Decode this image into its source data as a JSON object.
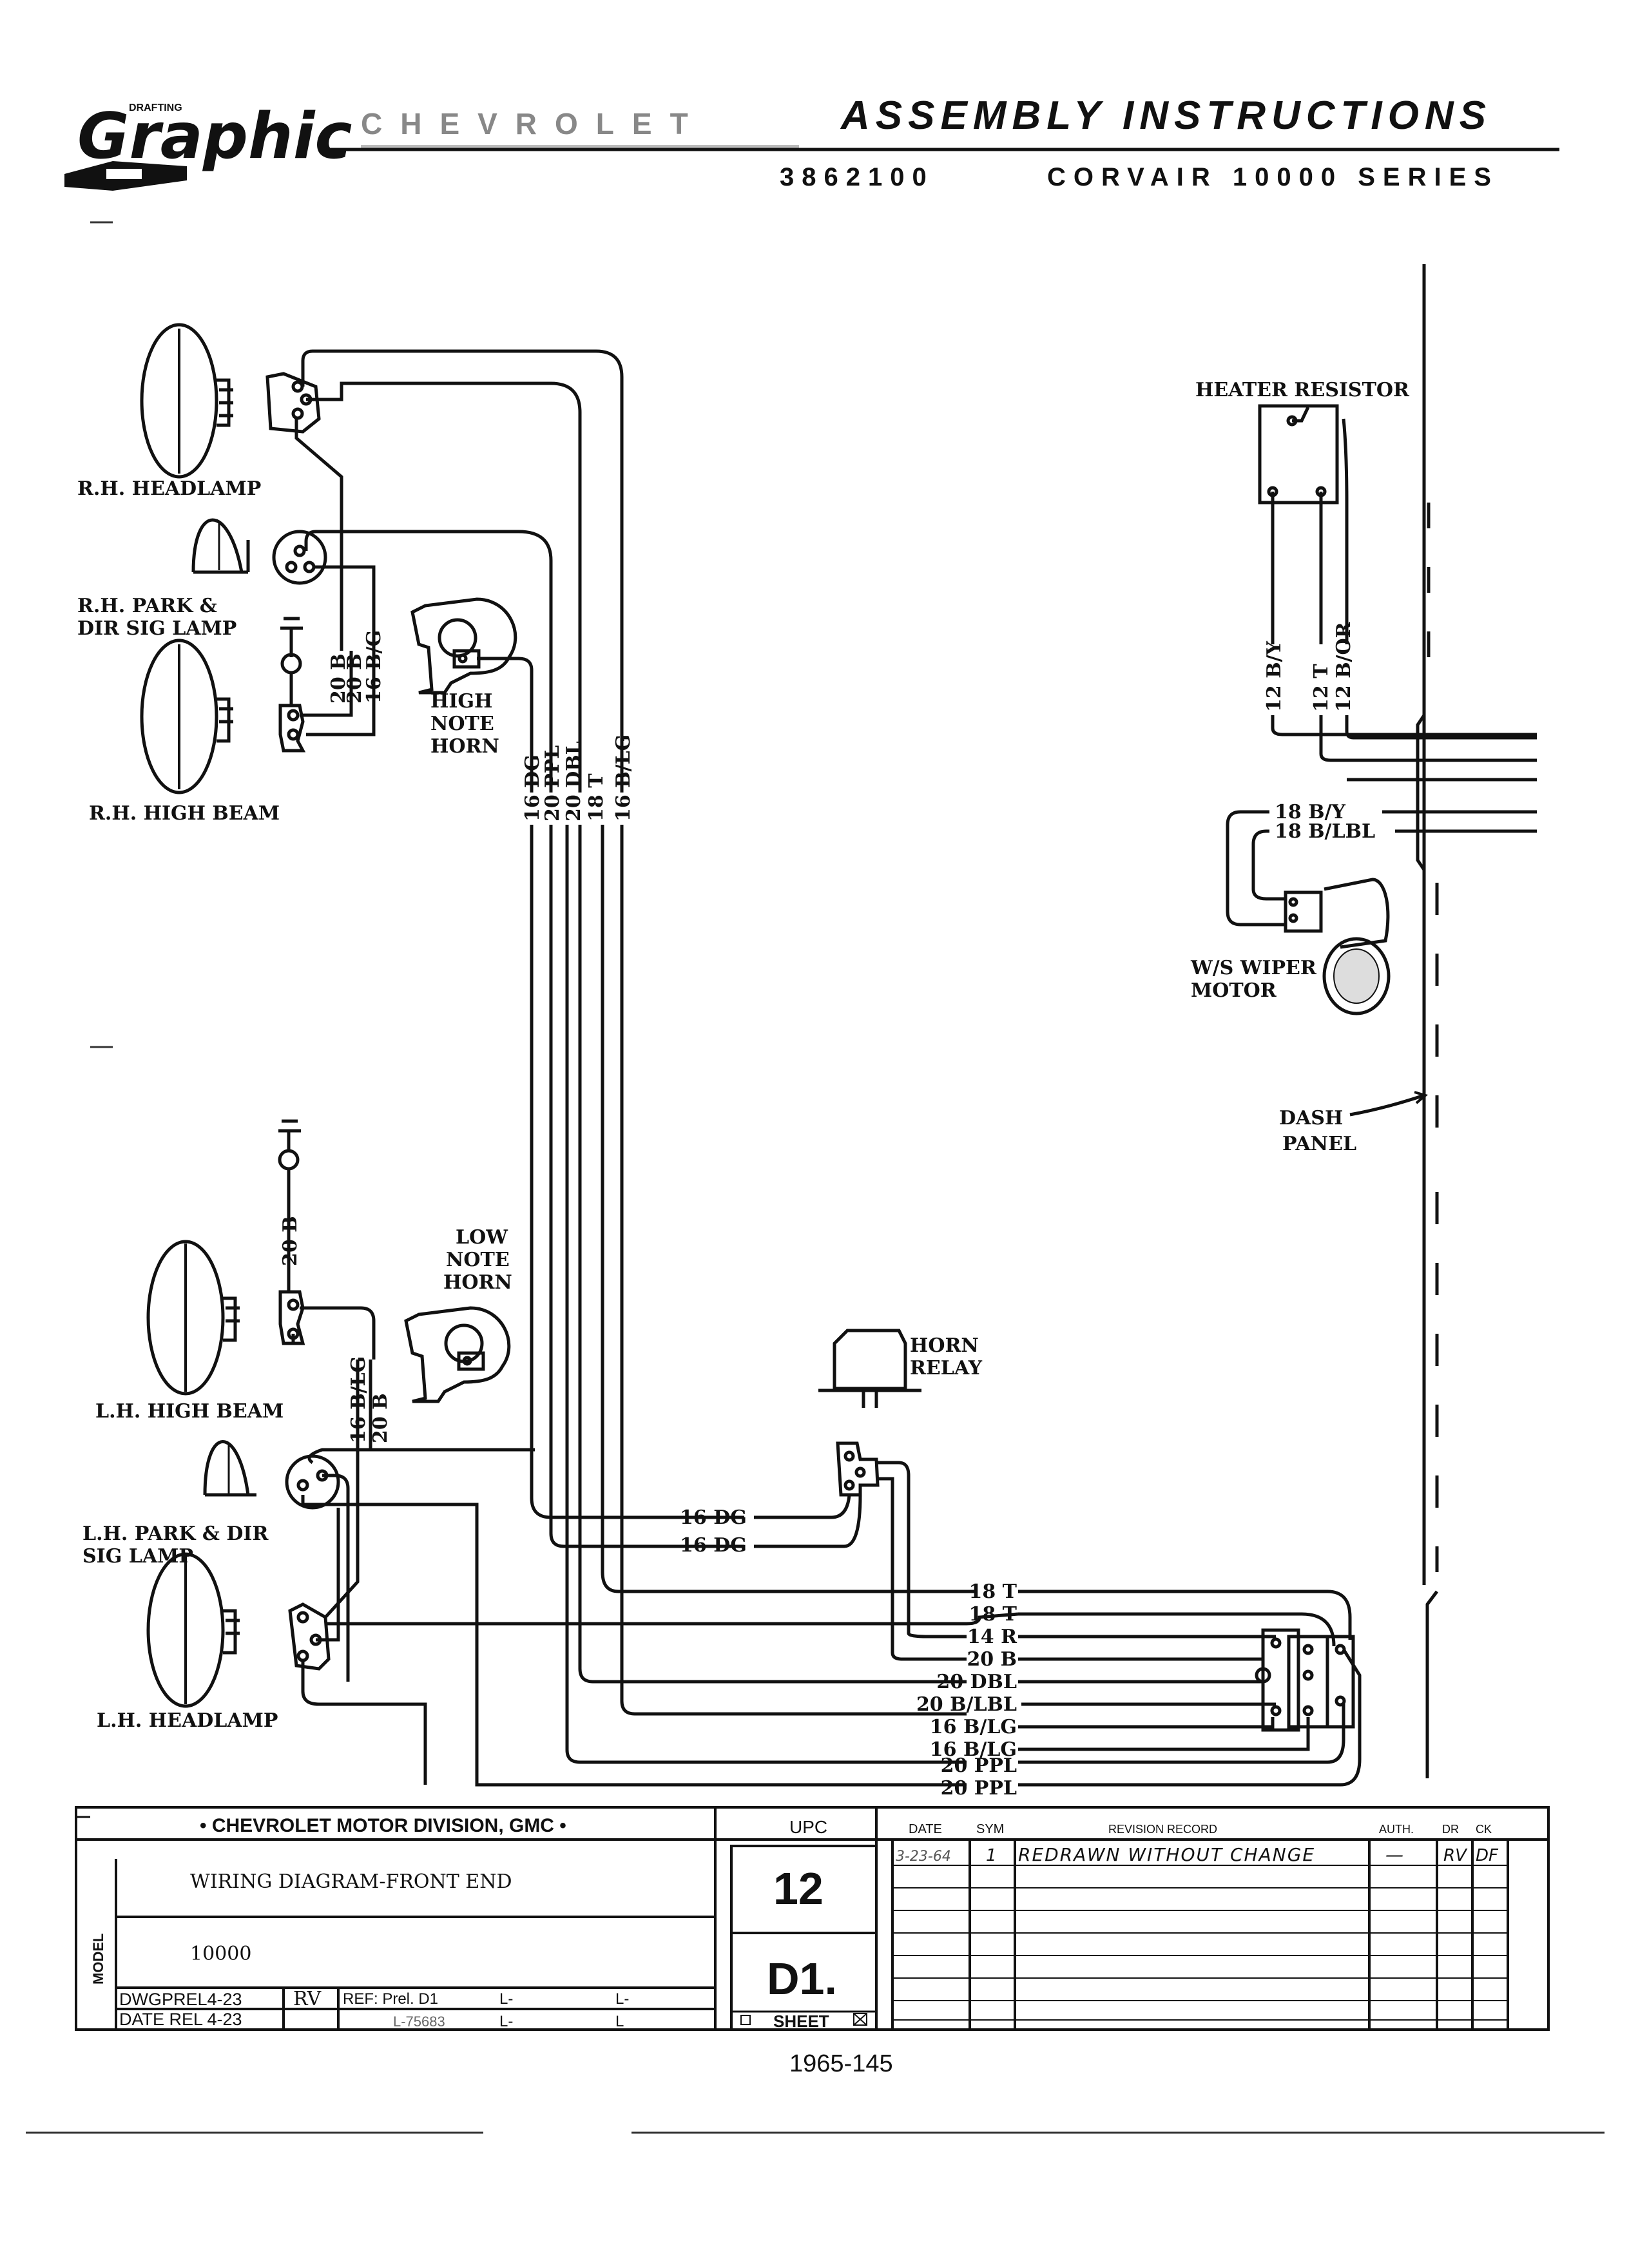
{
  "header": {
    "logo_small": "DRAFTING",
    "logo_script": "Graphic",
    "brand_faded": "CHEVROLET",
    "title": "ASSEMBLY INSTRUCTIONS",
    "part_number": "3862100",
    "series": "CORVAIR 10000 SERIES"
  },
  "components": {
    "rh_headlamp": "R.H. HEADLAMP",
    "rh_park_1": "R.H. PARK &",
    "rh_park_2": "DIR SIG LAMP",
    "rh_high_beam": "R.H. HIGH BEAM",
    "high_horn_1": "HIGH",
    "high_horn_2": "NOTE",
    "high_horn_3": "HORN",
    "heater_resistor": "HEATER RESISTOR",
    "wiper_1": "W/S WIPER",
    "wiper_2": "MOTOR",
    "dash_1": "DASH",
    "dash_2": "PANEL",
    "low_horn_1": "LOW",
    "low_horn_2": "NOTE",
    "low_horn_3": "HORN",
    "lh_high_beam": "L.H. HIGH BEAM",
    "lh_park_1": "L.H. PARK & DIR",
    "lh_park_2": "SIG LAMP",
    "lh_headlamp": "L.H. HEADLAMP",
    "horn_relay_1": "HORN",
    "horn_relay_2": "RELAY"
  },
  "wires": {
    "rh_20b_a": "20 B",
    "rh_20b_b": "20 B",
    "rh_16bg": "16 B/G",
    "bundle_16dg": "16 DG",
    "bundle_20ppl": "20 PPL",
    "bundle_20dbl": "20 DBL",
    "bundle_18t": "18 T",
    "bundle_16blg": "16 B/LG",
    "heater_12by": "12 B/Y",
    "heater_12t": "12 T",
    "heater_12bor": "12 B/OR",
    "wiper_18by": "18 B/Y",
    "wiper_18blbl": "18 B/LBL",
    "lh_20b_top": "20 B",
    "lh_16blg": "16 B/LG",
    "lh_20b_bot": "20 B",
    "relay_16dg_1": "16 DG",
    "relay_16dg_2": "16 DG",
    "conn_labels": [
      "18 T",
      "18 T",
      "14 R",
      "20 B",
      "20 DBL",
      "20 B/LBL",
      "16 B/LG",
      "16 B/LG",
      "20 PPL",
      "20 PPL"
    ]
  },
  "title_block": {
    "division": "• CHEVROLET MOTOR DIVISION, GMC •",
    "upc_label": "UPC",
    "drawing_title": "WIRING DIAGRAM-FRONT END",
    "model_value": "10000",
    "model_side_label": "MODEL",
    "upc_value": "12",
    "sheet_code": "D1.",
    "sheet_label": "SHEET",
    "dwg_line": "DWGPREL4-23",
    "date_line": "DATE REL 4-23",
    "rv": "RV",
    "ref": "REF: Prel. D1",
    "l1": "L-",
    "l2": "L-",
    "l3": "L-75683",
    "l4": "L-",
    "l5": "L",
    "rev_headers": {
      "date": "DATE",
      "sym": "SYM",
      "record": "REVISION RECORD",
      "auth": "AUTH.",
      "dr": "DR",
      "ck": "CK"
    },
    "rev_row": {
      "date": "3-23-64",
      "sym": "1",
      "record": "REDRAWN WITHOUT CHANGE",
      "auth": "—",
      "dr": "RV",
      "ck": "DF"
    }
  },
  "footer": "1965-145"
}
